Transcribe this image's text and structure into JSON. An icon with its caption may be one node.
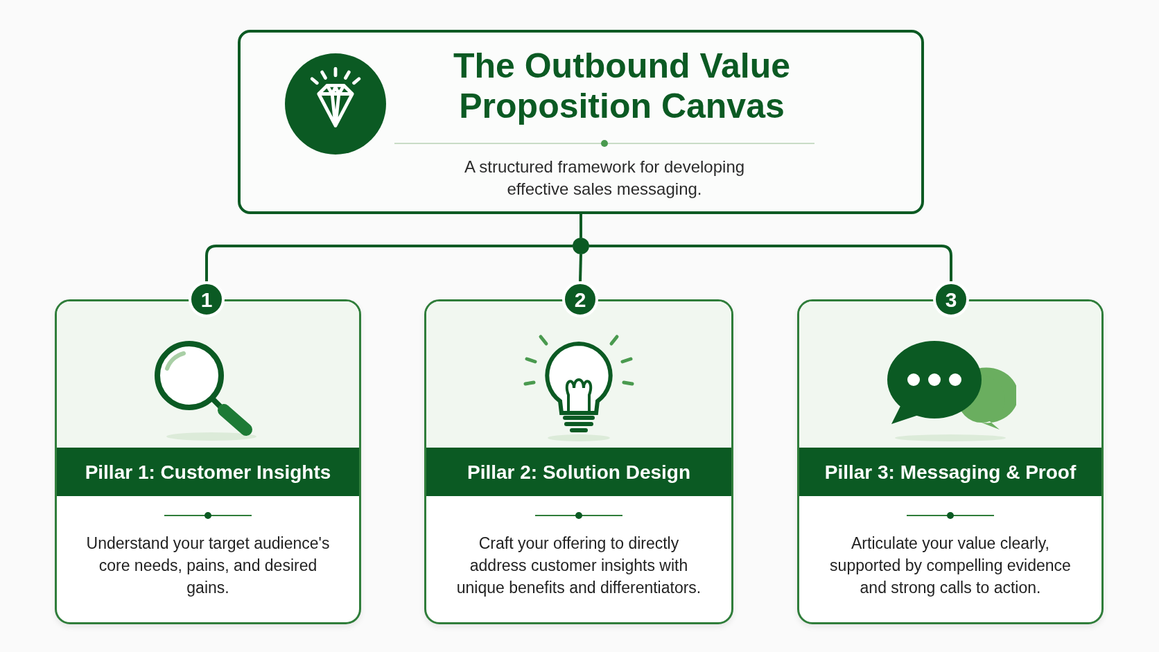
{
  "diagram": {
    "nodes": [
      {
        "text": [
          "The Outbound Value Proposition Canvas",
          "A structured framework for developing effective sales messaging."
        ]
      },
      {
        "text": [],
        "shape": "circle"
      },
      {
        "text": [
          "1"
        ]
      },
      {
        "text": [
          "Pillar 1: Customer Insights",
          "Understand your target audience's core needs, pains, and desired gains."
        ]
      },
      {
        "text": [
          "2"
        ]
      },
      {
        "text": [
          "Pillar 2: Solution Design",
          "Craft your offering to directly address customer insights with unique benefits and differentiators."
        ]
      },
      {
        "text": [
          "3"
        ]
      },
      {
        "text": [
          "Pillar 3: Messaging & Proof",
          "Articulate your value clearly, supported by compelling evidence and strong calls to action."
        ]
      }
    ],
    "edges": [
      {
        "from": 0,
        "to": 1,
        "arrow": "none"
      },
      {
        "from": 1,
        "to": 2,
        "arrow": "none"
      },
      {
        "from": 1,
        "to": 4,
        "arrow": "none"
      },
      {
        "from": 1,
        "to": 6,
        "arrow": "none"
      }
    ]
  }
}
